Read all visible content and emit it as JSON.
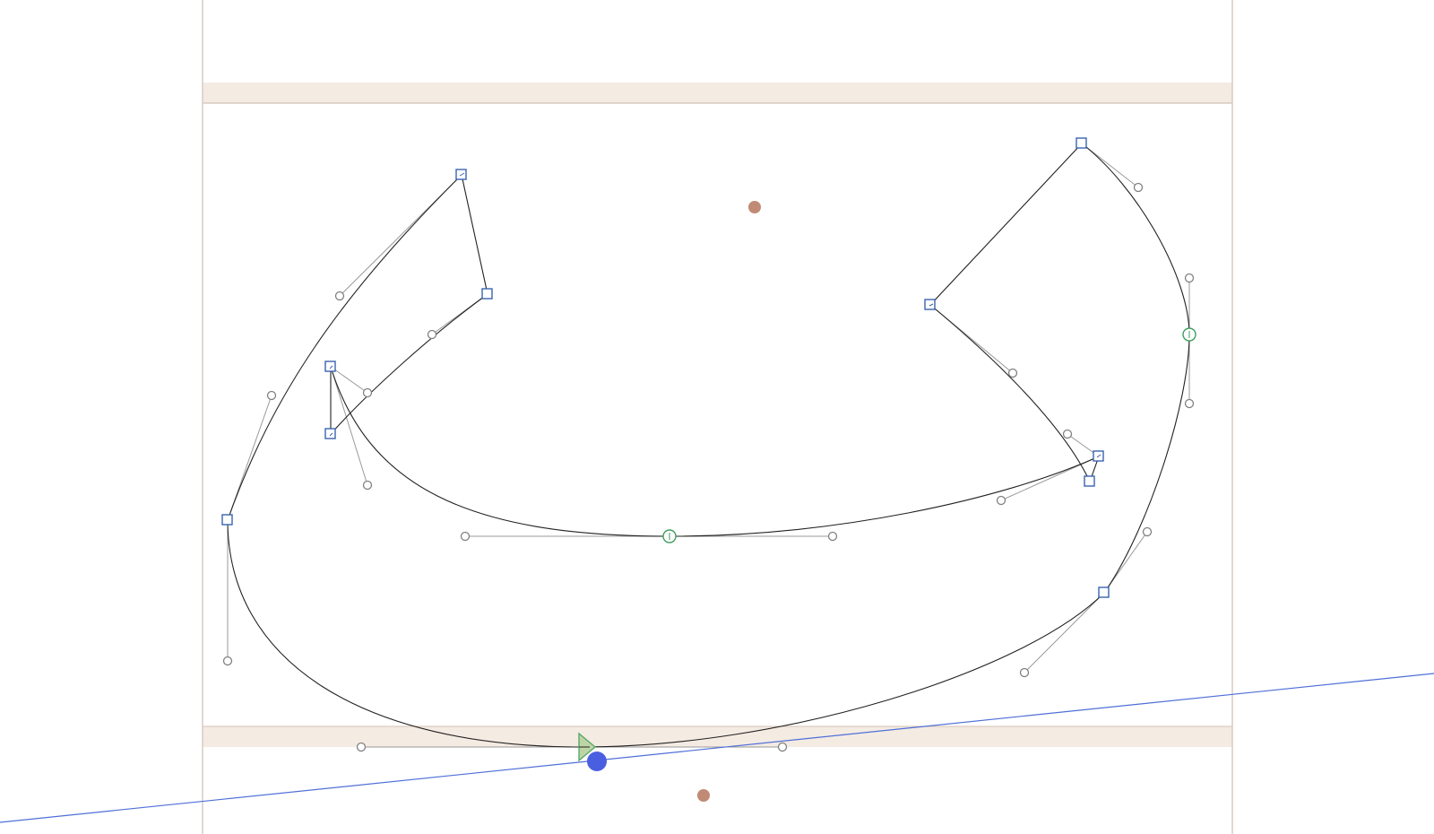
{
  "editor": {
    "view": "glyph-outline-editor",
    "colors": {
      "background": "#ffffff",
      "metrics_band": "#f4ebe3",
      "metrics_line": "#c8b4a4",
      "sidebearing_line": "#d8cbc3",
      "outline": "#222222",
      "handle_line": "#9a9a9a",
      "offcurve_point": "#808080",
      "corner_point": "#3a63b0",
      "smooth_point": "#3e9e5e",
      "start_point": "#5aa86a",
      "anchor": "#c08a74",
      "guide": "#4f6fd8",
      "guide_handle": "#4a5fe0"
    },
    "point_types": [
      "corner-node",
      "smooth-node",
      "offcurve-handle",
      "start-node",
      "anchor",
      "guideline"
    ]
  }
}
